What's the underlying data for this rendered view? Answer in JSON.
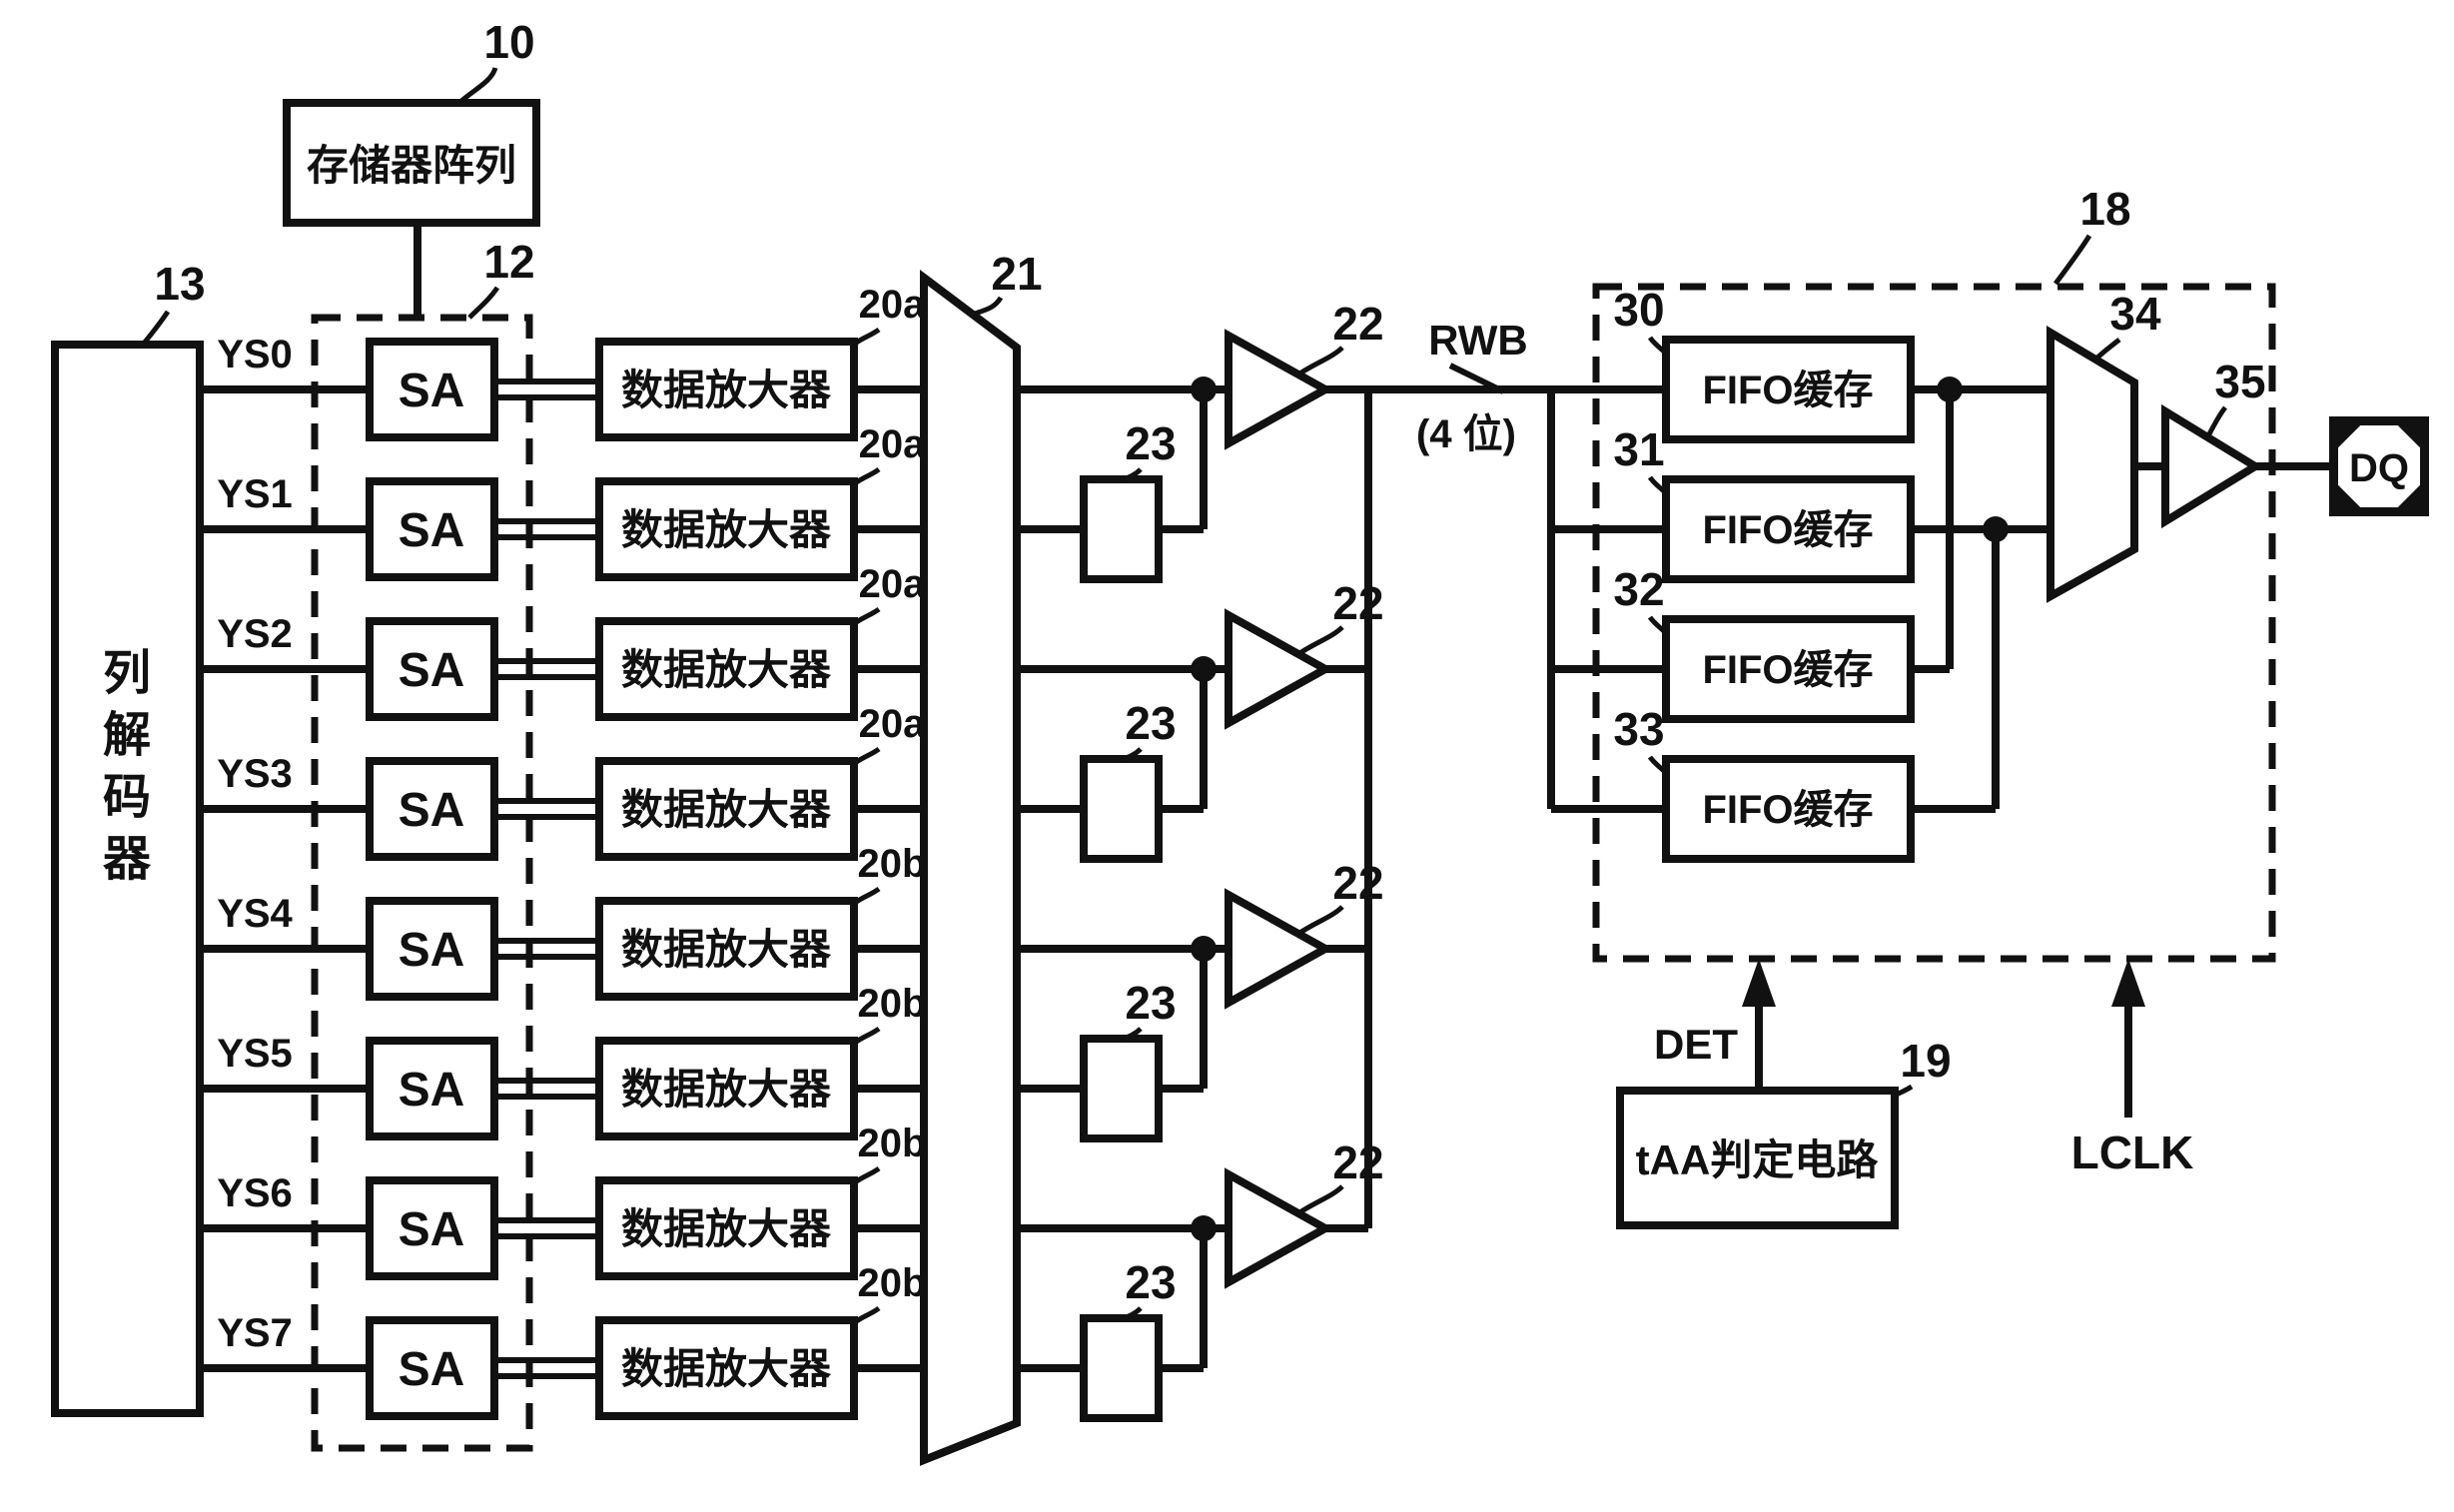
{
  "colors": {
    "ink": "#111111",
    "paper": "#ffffff"
  },
  "figure": {
    "memory_array": {
      "ref": "10",
      "label": "存储器阵列"
    },
    "sa_block": {
      "ref": "12",
      "sa_label": "SA"
    },
    "column_decoder": {
      "ref": "13",
      "label": "列解码器",
      "chars": [
        "列",
        "解",
        "码",
        "器"
      ]
    },
    "rows": [
      {
        "ys": "YS0",
        "amp": "数据放大器",
        "ref": "20a"
      },
      {
        "ys": "YS1",
        "amp": "数据放大器",
        "ref": "20a"
      },
      {
        "ys": "YS2",
        "amp": "数据放大器",
        "ref": "20a"
      },
      {
        "ys": "YS3",
        "amp": "数据放大器",
        "ref": "20a"
      },
      {
        "ys": "YS4",
        "amp": "数据放大器",
        "ref": "20b"
      },
      {
        "ys": "YS5",
        "amp": "数据放大器",
        "ref": "20b"
      },
      {
        "ys": "YS6",
        "amp": "数据放大器",
        "ref": "20b"
      },
      {
        "ys": "YS7",
        "amp": "数据放大器",
        "ref": "20b"
      }
    ],
    "mux21": {
      "ref": "21"
    },
    "channels": [
      {
        "buffer_ref": "22",
        "switch_ref": "23"
      },
      {
        "buffer_ref": "22",
        "switch_ref": "23"
      },
      {
        "buffer_ref": "22",
        "switch_ref": "23"
      },
      {
        "buffer_ref": "22",
        "switch_ref": "23"
      }
    ],
    "rwb": {
      "label": "RWB",
      "width": "(4 位)"
    },
    "fifo_block": {
      "ref": "18",
      "fifos": [
        {
          "ref": "30",
          "label": "FIFO缓存"
        },
        {
          "ref": "31",
          "label": "FIFO缓存"
        },
        {
          "ref": "32",
          "label": "FIFO缓存"
        },
        {
          "ref": "33",
          "label": "FIFO缓存"
        }
      ],
      "mux_ref": "34",
      "buffer_ref": "35"
    },
    "dq_pad": {
      "label": "DQ"
    },
    "taa_circuit": {
      "ref": "19",
      "label": "tAA判定电路",
      "signal": "DET"
    },
    "clock": {
      "label": "LCLK"
    }
  }
}
